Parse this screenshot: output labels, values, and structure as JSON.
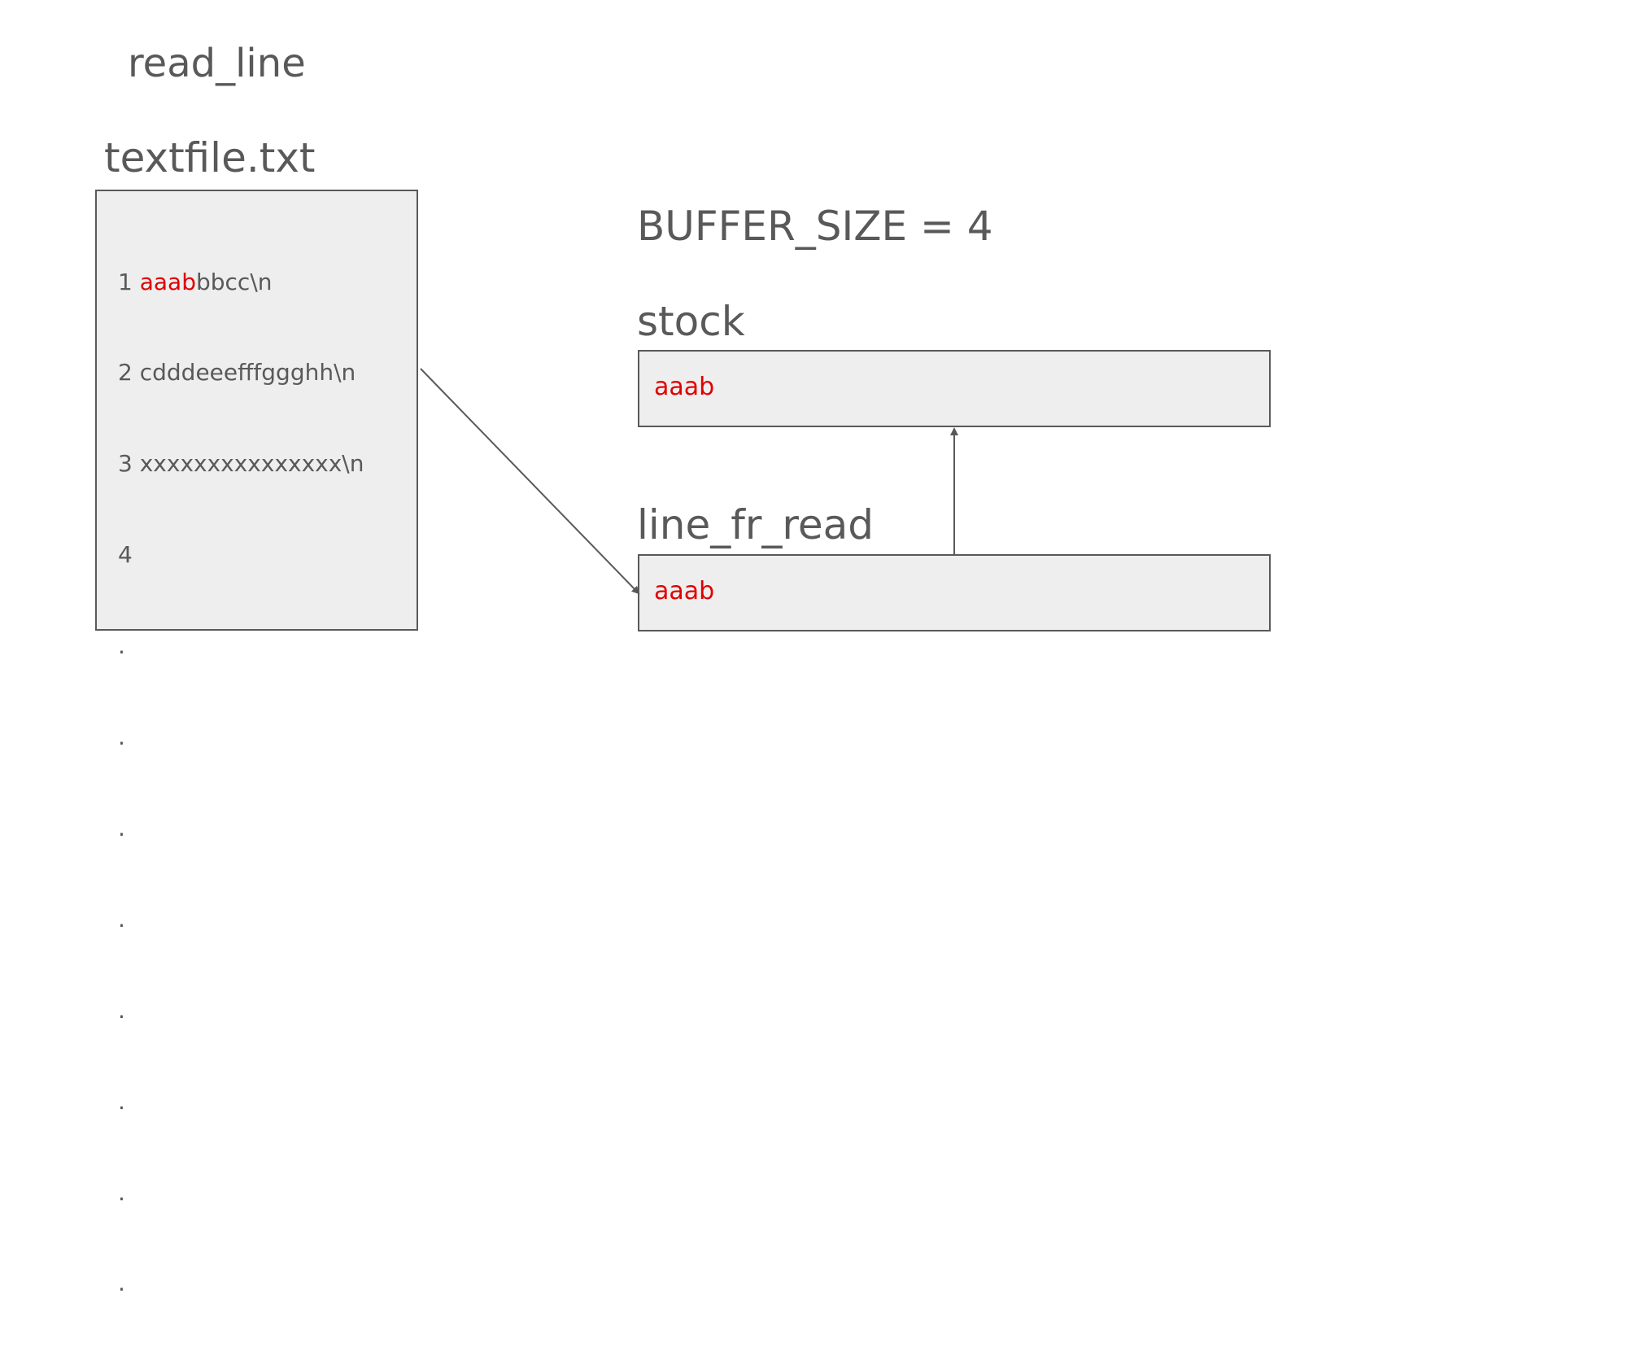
{
  "title": "read_line",
  "file": {
    "name": "textfile.txt",
    "lines": [
      {
        "number": "1",
        "highlight": "aaab",
        "rest": "bbcc\\n"
      },
      {
        "number": "2",
        "highlight": "",
        "rest": "cdddeeefffggghh\\n"
      },
      {
        "number": "3",
        "highlight": "",
        "rest": "xxxxxxxxxxxxxxx\\n"
      },
      {
        "number": "4",
        "highlight": "",
        "rest": ""
      }
    ],
    "ellipsis": [
      ".",
      ".",
      ".",
      ".",
      ".",
      ".",
      ".",
      "."
    ]
  },
  "buffer_size_label": "BUFFER_SIZE = 4",
  "stock": {
    "label": "stock",
    "value": "aaab"
  },
  "line_fr_read": {
    "label": "line_fr_read",
    "value": "aaab"
  },
  "colors": {
    "text": "#595959",
    "highlight": "#e00000",
    "box_fill": "#eeeeee",
    "box_border": "#595959"
  }
}
